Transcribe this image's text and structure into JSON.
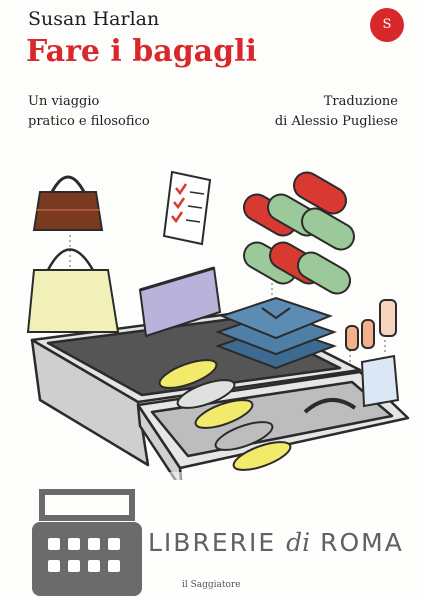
{
  "cover": {
    "author": "Susan Harlan",
    "title": "Fare i bagagli",
    "publisher_logo": "S",
    "subtitle_line1": "Un viaggio",
    "subtitle_line2": "pratico e filosofico",
    "translation_line1": "Traduzione",
    "translation_line2": "di Alessio Pugliese",
    "publisher": "il Saggiatore"
  },
  "watermark": {
    "text_part1": "LIBRERIE",
    "text_part2": "di",
    "text_part3": "ROMA",
    "icon": "typewriter-icon"
  },
  "colors": {
    "title_red": "#d8282c",
    "brown_bag": "#7a3a20",
    "sweater_blue": "#4f7fa6",
    "shoe_yellow": "#f2ea6b",
    "towel_green": "#9cc99a",
    "towel_red": "#d83a32",
    "pouch_purple": "#b9b3dc",
    "suitcase_gray": "#dedede"
  }
}
